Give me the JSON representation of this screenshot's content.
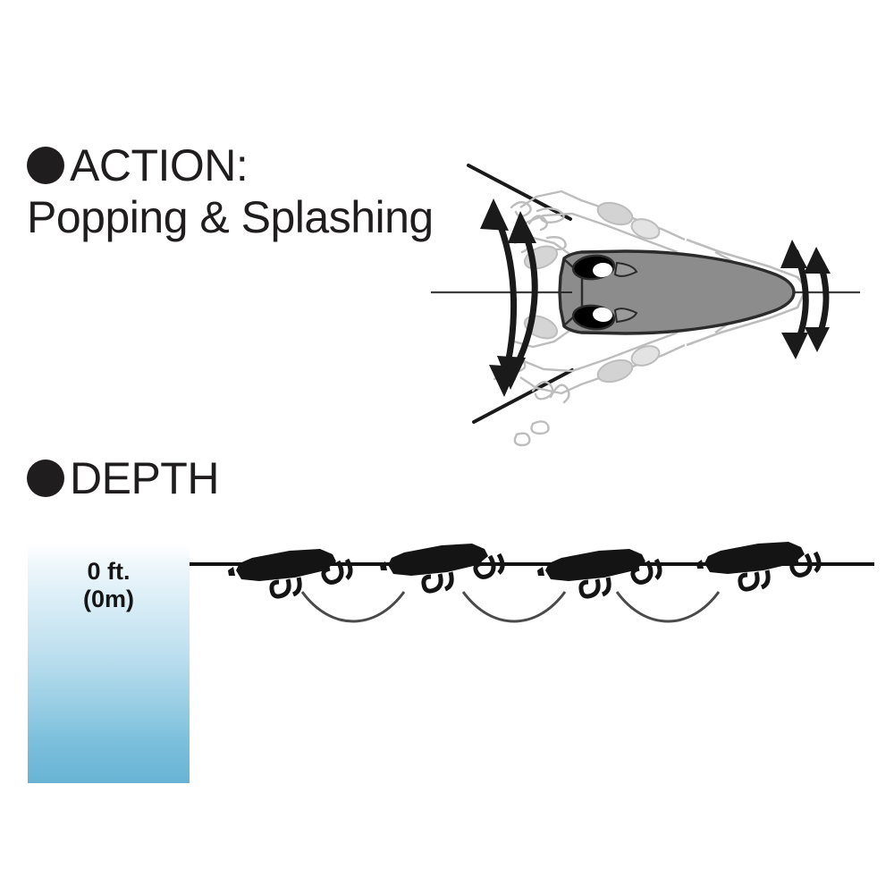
{
  "page": {
    "background_color": "#ffffff",
    "ink_color": "#201d1e"
  },
  "sections": {
    "action": {
      "bullet_icon": "filled-circle-bullet",
      "heading": "ACTION:",
      "subheading": "Popping & Splashing"
    },
    "depth": {
      "bullet_icon": "filled-circle-bullet",
      "heading": "DEPTH",
      "depth_label_line1": "0 ft.",
      "depth_label_line2": "(0m)"
    }
  },
  "action_diagram": {
    "title": "top-down view of a topwater popper lure",
    "lure_body_color": "#8c8c8c",
    "lure_outline_color": "#2b2b2b",
    "ghost_hook_color": "#b8b8b8",
    "eye_color": "#000000",
    "eye_highlight_color": "#ffffff",
    "arrow_color": "#1a1a1a",
    "axis_line_color": "#3d3d3d",
    "splash_line_color": "#1a1a1a",
    "droplet_color": "#b4b4b4",
    "motion_arrows": [
      {
        "name": "head-side-to-side-arrow-1",
        "position": "left"
      },
      {
        "name": "head-side-to-side-arrow-2",
        "position": "left"
      },
      {
        "name": "tail-side-to-side-arrow-1",
        "position": "right"
      },
      {
        "name": "tail-side-to-side-arrow-2",
        "position": "right"
      }
    ],
    "splash_lines": 2,
    "water_droplets": 9
  },
  "depth_diagram": {
    "waterline_color": "#121212",
    "lure_silhouette_color": "#141414",
    "retrieve_arc_color": "#4a4a4a",
    "water_gradient_top": "#fdfeff",
    "water_gradient_bottom": "#68b3d4",
    "lure_count": 4,
    "arc_count": 3,
    "waterline_depth": "0 ft. (0m)"
  }
}
